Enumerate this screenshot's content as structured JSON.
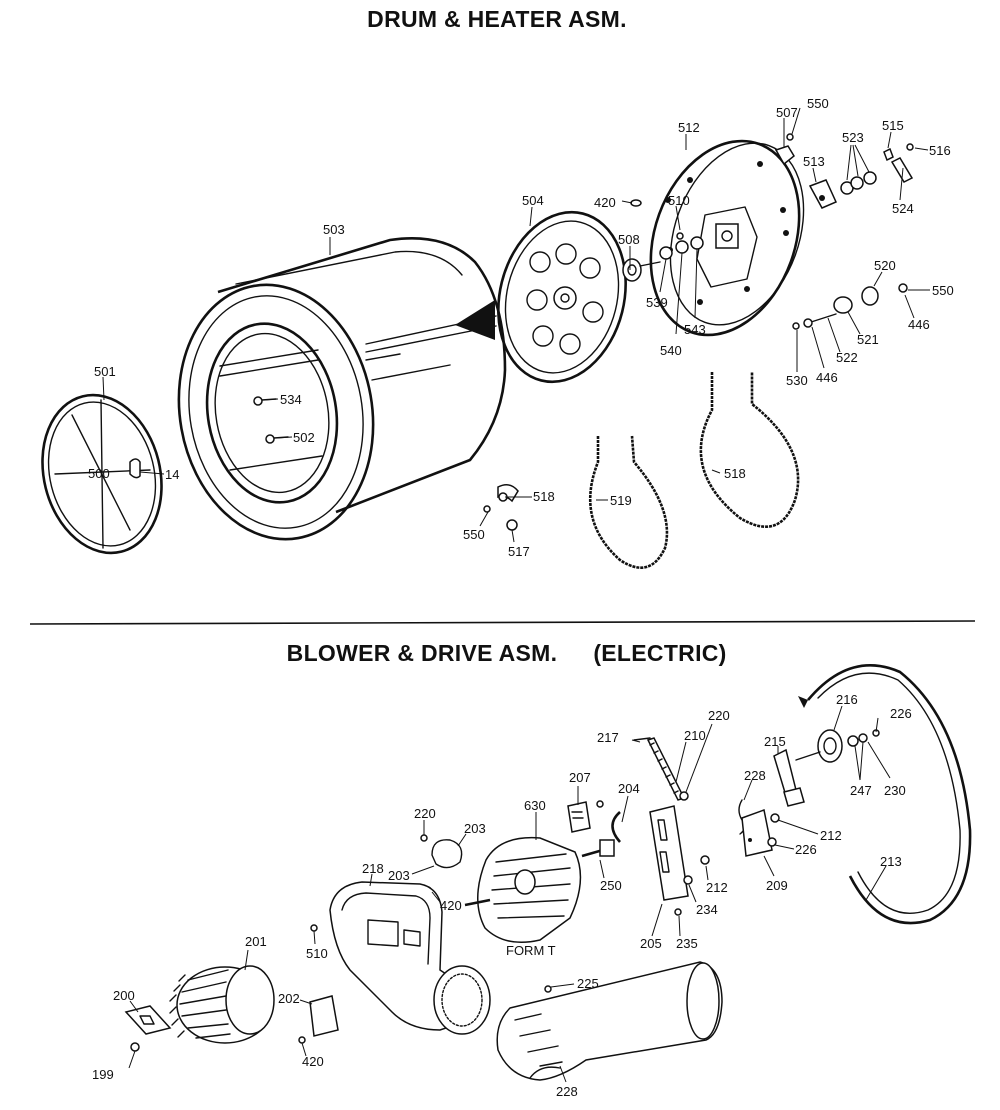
{
  "sections": {
    "top_title": "DRUM & HEATER ASM.",
    "bottom_title": "BLOWER & DRIVE ASM.",
    "bottom_subtitle": "(ELECTRIC)"
  },
  "parts": {
    "p501": "501",
    "p500": "500",
    "p14": "14",
    "p503": "503",
    "p534": "534",
    "p502": "502",
    "p504": "504",
    "p508": "508",
    "p420a": "420",
    "p512": "512",
    "p510": "510",
    "p539": "539",
    "p540": "540",
    "p543": "543",
    "p507": "507",
    "p550a": "550",
    "p513": "513",
    "p523": "523",
    "p515": "515",
    "p516": "516",
    "p524": "524",
    "p520": "520",
    "p550b": "550",
    "p446a": "446",
    "p521": "521",
    "p522": "522",
    "p446b": "446",
    "p530": "530",
    "p518": "518",
    "p550c": "550",
    "p517": "517",
    "p519": "519",
    "p518b": "518",
    "p217": "217",
    "p210": "210",
    "p220a": "220",
    "p207": "207",
    "p630": "630",
    "p204": "204",
    "p220b": "220",
    "p203a": "203",
    "p203b": "203",
    "p420b": "420",
    "p218": "218",
    "p250": "250",
    "p212a": "212",
    "p234": "234",
    "p205": "205",
    "p235": "235",
    "form_t": "FORM T",
    "p510b": "510",
    "p201": "201",
    "p202": "202",
    "p200": "200",
    "p199": "199",
    "p420c": "420",
    "p225": "225",
    "p228a": "228",
    "p215": "215",
    "p216": "216",
    "p226a": "226",
    "p228b": "228",
    "p247": "247",
    "p230": "230",
    "p212b": "212",
    "p226b": "226",
    "p209": "209",
    "p213": "213"
  }
}
